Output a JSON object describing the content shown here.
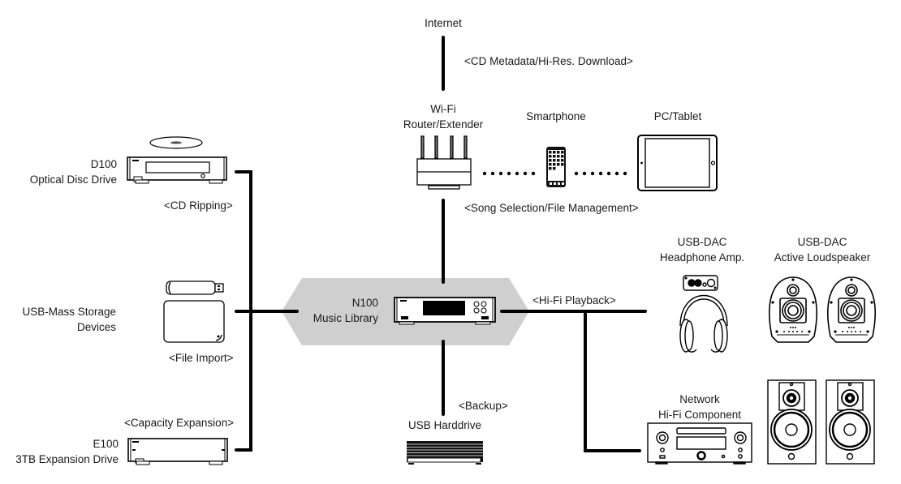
{
  "diagram": {
    "hub": {
      "model": "N100",
      "name": "Music Library",
      "fill_color": "#cfcfcf",
      "icon": "music-library-server-icon"
    },
    "devices": {
      "internet": {
        "label": "Internet"
      },
      "router": {
        "line1": "Wi-Fi",
        "line2": "Router/Extender",
        "icon": "wifi-router-icon"
      },
      "smartphone": {
        "label": "Smartphone",
        "icon": "smartphone-icon"
      },
      "tablet": {
        "label": "PC/Tablet",
        "icon": "tablet-icon"
      },
      "d100": {
        "line1": "D100",
        "line2": "Optical Disc Drive",
        "icon": "optical-disc-drive-icon"
      },
      "usb_storage": {
        "line1": "USB-Mass Storage",
        "line2": "Devices",
        "icon": "usb-storage-icon"
      },
      "e100": {
        "line1": "E100",
        "line2": "3TB Expansion Drive",
        "icon": "expansion-drive-icon"
      },
      "usb_harddrive": {
        "label": "USB Harddrive",
        "icon": "usb-harddrive-icon"
      },
      "headphone_amp": {
        "line1": "USB-DAC",
        "line2": "Headphone Amp.",
        "icon": "headphone-amp-icon"
      },
      "active_speaker": {
        "line1": "USB-DAC",
        "line2": "Active Loudspeaker",
        "icon": "active-loudspeaker-icon"
      },
      "hifi_component": {
        "line1": "Network",
        "line2": "Hi-Fi Component",
        "icon": "hifi-component-icon"
      }
    },
    "connections": {
      "internet": "<CD Metadata/Hi-Res. Download>",
      "control": "<Song Selection/File Management>",
      "cd_ripping": "<CD Ripping>",
      "file_import": "<File Import>",
      "capacity": "<Capacity Expansion>",
      "backup": "<Backup>",
      "playback": "<Hi-Fi Playback>"
    },
    "line_color": "#000000"
  }
}
